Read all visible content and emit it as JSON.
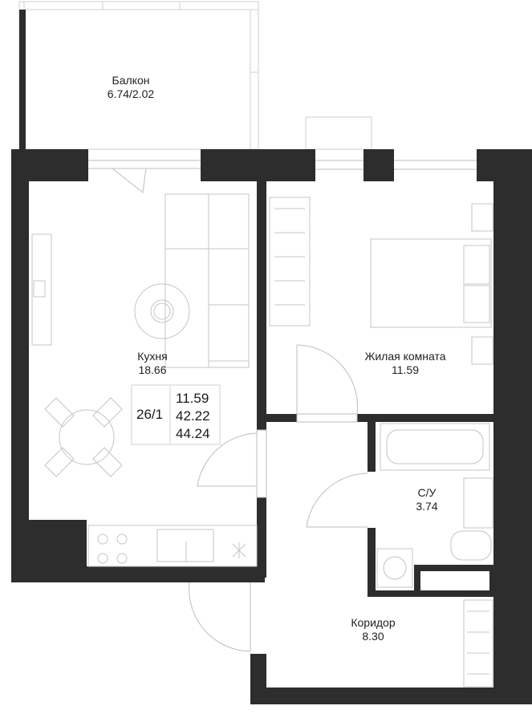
{
  "rooms": {
    "balcony": {
      "name": "Балкон",
      "area": "6.74/2.02"
    },
    "kitchen": {
      "name": "Кухня",
      "area": "18.66"
    },
    "living": {
      "name": "Жилая комната",
      "area": "11.59"
    },
    "bathroom": {
      "name": "С/У",
      "area": "3.74"
    },
    "corridor": {
      "name": "Коридор",
      "area": "8.30"
    }
  },
  "summary": {
    "unit_number": "26/1",
    "living_area": "11.59",
    "usable_area": "42.22",
    "total_area": "44.24"
  },
  "colors": {
    "wall": "#2d2d2d",
    "line": "#bdbdbd",
    "background": "#ffffff"
  }
}
